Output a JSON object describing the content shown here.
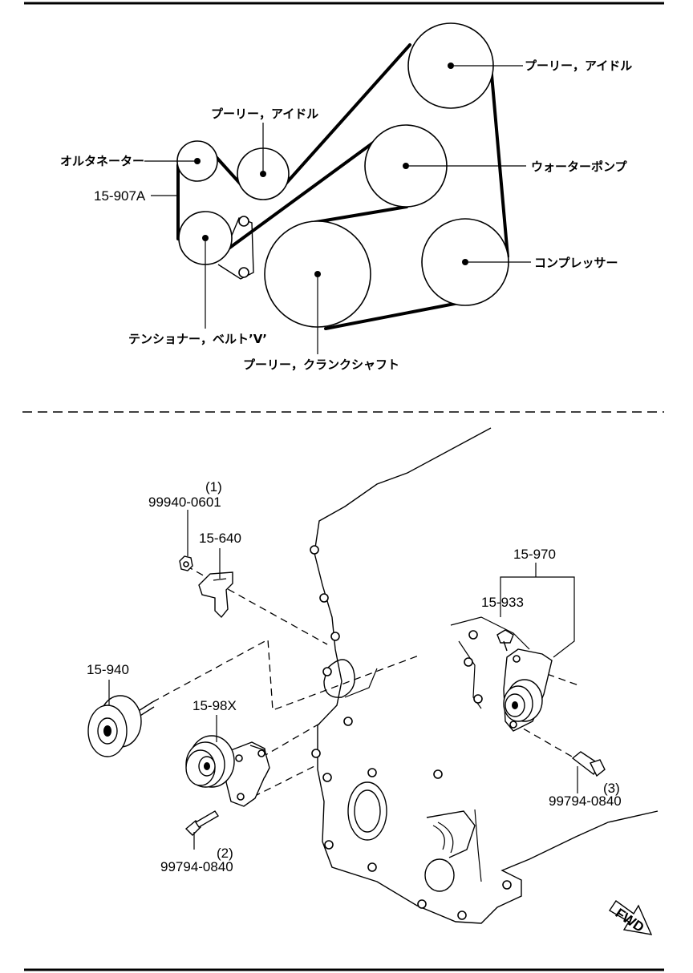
{
  "belt_diagram": {
    "labels": {
      "idler_top_right": "プーリー，アイドル",
      "idler_small": "プーリー，アイドル",
      "alternator": "オルタネーター",
      "part_15_907a": "15-907A",
      "water_pump": "ウォーターポンプ",
      "compressor": "コンプレッサー",
      "tensioner": "テンショナー，ベルト’V’",
      "crankshaft": "プーリー，クランクシャフト"
    }
  },
  "exploded_view": {
    "callouts": {
      "bolt_1_qty": "(1)",
      "bolt_1_num": "99940-0601",
      "bracket": "15-640",
      "idler_pulley": "15-940",
      "tensioner_assy": "15-98X",
      "bolt_2_qty": "(2)",
      "bolt_2_num": "99794-0840",
      "tensioner_set": "15-970",
      "bolt_933": "15-933",
      "bolt_3_qty": "(3)",
      "bolt_3_num": "99794-0840"
    },
    "direction_arrow": "FWD"
  }
}
